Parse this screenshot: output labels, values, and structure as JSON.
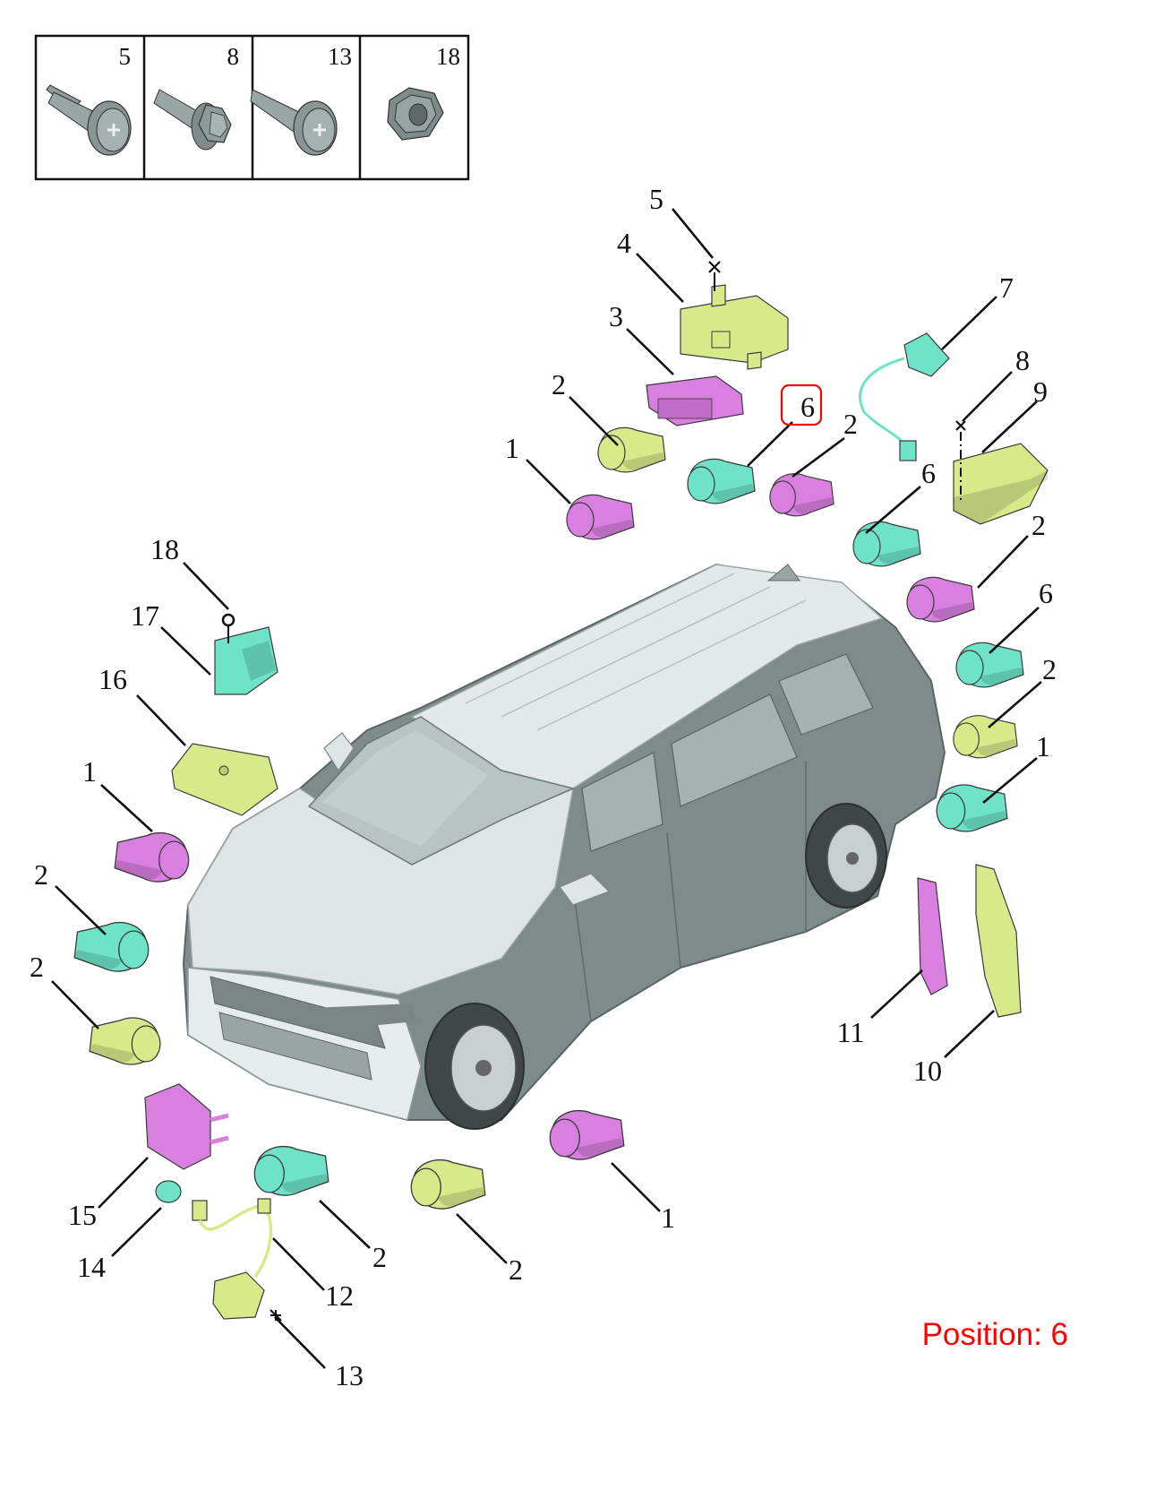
{
  "fastener_table": {
    "cells": [
      {
        "number": "5",
        "icon": "pan-head-screw-icon"
      },
      {
        "number": "8",
        "icon": "hex-flange-bolt-icon"
      },
      {
        "number": "13",
        "icon": "pan-head-screw-icon"
      },
      {
        "number": "18",
        "icon": "hex-flange-nut-icon"
      }
    ]
  },
  "callouts": {
    "c1_top": "1",
    "c2_a": "2",
    "c3": "3",
    "c4": "4",
    "c5": "5",
    "c6_selected": "6",
    "c2_b": "2",
    "c7": "7",
    "c8": "8",
    "c9": "9",
    "c6_b": "6",
    "c2_c": "2",
    "c6_c": "6",
    "c2_d": "2",
    "c1_right": "1",
    "c18": "18",
    "c17": "17",
    "c16": "16",
    "c1_left": "1",
    "c2_e": "2",
    "c2_f": "2",
    "c11": "11",
    "c10": "10",
    "c15": "15",
    "c14": "14",
    "c12": "12",
    "c13": "13",
    "c2_g": "2",
    "c2_h": "2",
    "c1_bottom": "1"
  },
  "highlight": {
    "selected_position": "6",
    "color": "#ff0000"
  },
  "position_label": "Position: 6",
  "colors": {
    "magenta": "#d97fe0",
    "cyan": "#6ee3c8",
    "lime": "#d8e98a",
    "vehicle": "#7f8b8b"
  }
}
